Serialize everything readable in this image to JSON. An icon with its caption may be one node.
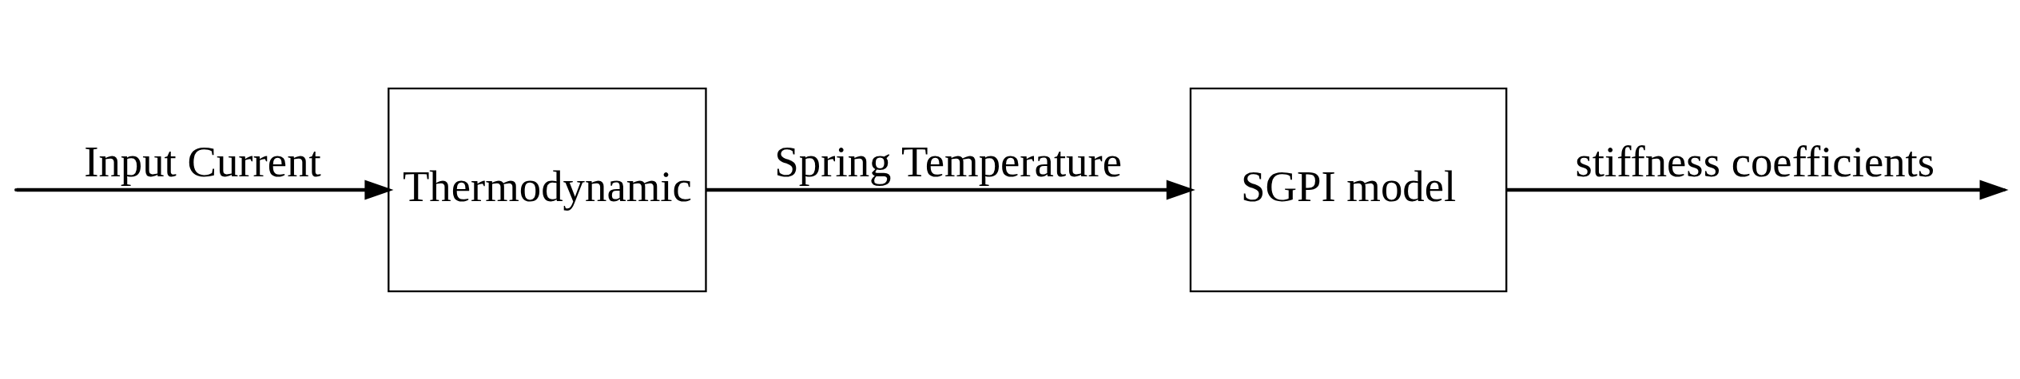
{
  "diagram": {
    "nodes": [
      {
        "text": [
          "Thermodynamic"
        ]
      },
      {
        "text": [
          "SGPI model"
        ]
      }
    ],
    "edges": [
      {
        "from": null,
        "to": 0,
        "arrow": "to",
        "label": "Input Current"
      },
      {
        "from": 0,
        "to": 1,
        "arrow": "to",
        "label": "Spring Temperature"
      },
      {
        "from": 1,
        "to": null,
        "arrow": "to",
        "label": "stiffness coefficients"
      }
    ]
  }
}
